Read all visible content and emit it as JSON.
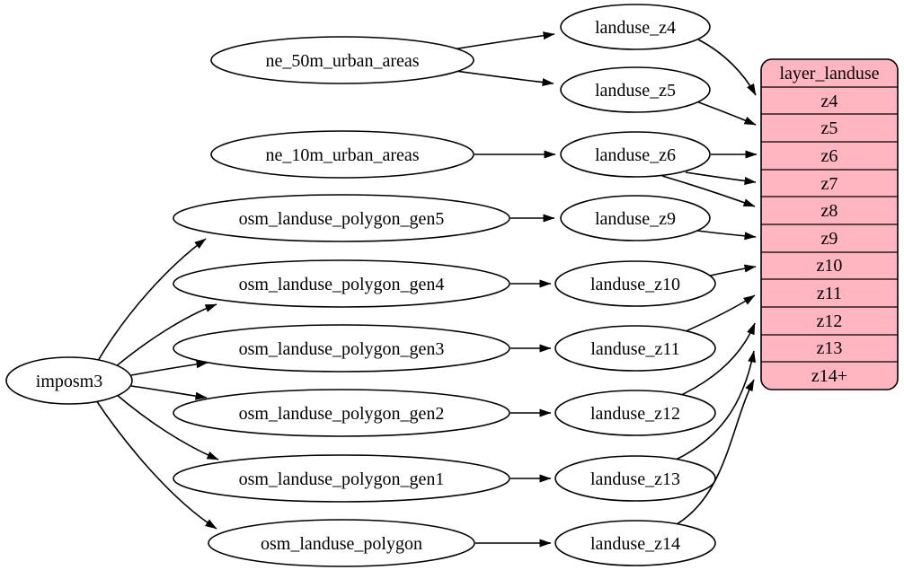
{
  "colors": {
    "background": "#ffffff",
    "node_fill": "#ffffff",
    "stroke": "#000000",
    "table_fill": "#ffb6c1"
  },
  "nodes": {
    "imposm3": {
      "label": "imposm3"
    },
    "ne_50m_urban_areas": {
      "label": "ne_50m_urban_areas"
    },
    "ne_10m_urban_areas": {
      "label": "ne_10m_urban_areas"
    },
    "osm_landuse_polygon_gen5": {
      "label": "osm_landuse_polygon_gen5"
    },
    "osm_landuse_polygon_gen4": {
      "label": "osm_landuse_polygon_gen4"
    },
    "osm_landuse_polygon_gen3": {
      "label": "osm_landuse_polygon_gen3"
    },
    "osm_landuse_polygon_gen2": {
      "label": "osm_landuse_polygon_gen2"
    },
    "osm_landuse_polygon_gen1": {
      "label": "osm_landuse_polygon_gen1"
    },
    "osm_landuse_polygon": {
      "label": "osm_landuse_polygon"
    },
    "landuse_z4": {
      "label": "landuse_z4"
    },
    "landuse_z5": {
      "label": "landuse_z5"
    },
    "landuse_z6": {
      "label": "landuse_z6"
    },
    "landuse_z9": {
      "label": "landuse_z9"
    },
    "landuse_z10": {
      "label": "landuse_z10"
    },
    "landuse_z11": {
      "label": "landuse_z11"
    },
    "landuse_z12": {
      "label": "landuse_z12"
    },
    "landuse_z13": {
      "label": "landuse_z13"
    },
    "landuse_z14": {
      "label": "landuse_z14"
    }
  },
  "table": {
    "title": "layer_landuse",
    "rows": [
      "z4",
      "z5",
      "z6",
      "z7",
      "z8",
      "z9",
      "z10",
      "z11",
      "z12",
      "z13",
      "z14+"
    ]
  },
  "edges": [
    {
      "from": "imposm3",
      "to": "osm_landuse_polygon_gen5"
    },
    {
      "from": "imposm3",
      "to": "osm_landuse_polygon_gen4"
    },
    {
      "from": "imposm3",
      "to": "osm_landuse_polygon_gen3"
    },
    {
      "from": "imposm3",
      "to": "osm_landuse_polygon_gen2"
    },
    {
      "from": "imposm3",
      "to": "osm_landuse_polygon_gen1"
    },
    {
      "from": "imposm3",
      "to": "osm_landuse_polygon"
    },
    {
      "from": "ne_50m_urban_areas",
      "to": "landuse_z4"
    },
    {
      "from": "ne_50m_urban_areas",
      "to": "landuse_z5"
    },
    {
      "from": "ne_10m_urban_areas",
      "to": "landuse_z6"
    },
    {
      "from": "osm_landuse_polygon_gen5",
      "to": "landuse_z9"
    },
    {
      "from": "osm_landuse_polygon_gen4",
      "to": "landuse_z10"
    },
    {
      "from": "osm_landuse_polygon_gen3",
      "to": "landuse_z11"
    },
    {
      "from": "osm_landuse_polygon_gen2",
      "to": "landuse_z12"
    },
    {
      "from": "osm_landuse_polygon_gen1",
      "to": "landuse_z13"
    },
    {
      "from": "osm_landuse_polygon",
      "to": "landuse_z14"
    },
    {
      "from": "landuse_z4",
      "to": "layer_landuse:z4"
    },
    {
      "from": "landuse_z5",
      "to": "layer_landuse:z5"
    },
    {
      "from": "landuse_z6",
      "to": "layer_landuse:z6"
    },
    {
      "from": "landuse_z6",
      "to": "layer_landuse:z7"
    },
    {
      "from": "landuse_z6",
      "to": "layer_landuse:z8"
    },
    {
      "from": "landuse_z9",
      "to": "layer_landuse:z9"
    },
    {
      "from": "landuse_z10",
      "to": "layer_landuse:z10"
    },
    {
      "from": "landuse_z11",
      "to": "layer_landuse:z11"
    },
    {
      "from": "landuse_z12",
      "to": "layer_landuse:z12"
    },
    {
      "from": "landuse_z13",
      "to": "layer_landuse:z13"
    },
    {
      "from": "landuse_z14",
      "to": "layer_landuse:z14+"
    }
  ]
}
